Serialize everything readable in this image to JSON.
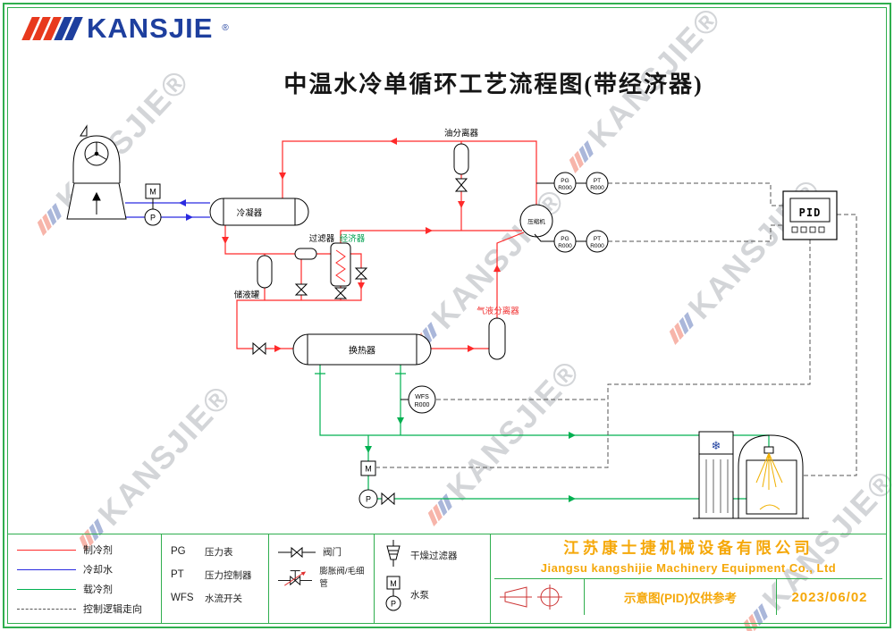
{
  "page": {
    "title": "中温水冷单循环工艺流程图(带经济器)",
    "watermark": "KANSJIE®",
    "border_green": "#2fae4e"
  },
  "logo": {
    "text": "KANSJIE",
    "reg": "®",
    "blue": "#1e3f9e",
    "red": "#e8391d"
  },
  "diagram": {
    "labels": {
      "condenser": "冷凝器",
      "oil_separator": "油分离器",
      "compressor": "压缩机",
      "filter": "过滤器",
      "economizer": "经济器",
      "receiver": "储液罐",
      "heat_exchanger": "换热器",
      "gas_liquid_separator": "气液分离器"
    },
    "instruments": {
      "pg": "PG",
      "pt": "PT",
      "wfs": "WFS",
      "tag": "R000",
      "pid": "PID",
      "motor": "M",
      "pump": "P"
    },
    "icons": {
      "snowflake": "❄"
    },
    "colors": {
      "refrigerant": "#ff2a2a",
      "cooling_water": "#2a2ae0",
      "coolant": "#00b050",
      "control": "#555555",
      "economizer_label": "#00a050",
      "separator_label": "#f03030"
    }
  },
  "legend": {
    "flow_lines": [
      {
        "label": "制冷剂",
        "color": "#ff2a2a",
        "style": "solid"
      },
      {
        "label": "冷却水",
        "color": "#2a2ae0",
        "style": "solid"
      },
      {
        "label": "载冷剂",
        "color": "#00b050",
        "style": "solid"
      },
      {
        "label": "控制逻辑走向",
        "color": "#555555",
        "style": "dashed"
      }
    ],
    "abbreviations": [
      {
        "code": "PG",
        "label": "压力表"
      },
      {
        "code": "PT",
        "label": "压力控制器"
      },
      {
        "code": "WFS",
        "label": "水流开关"
      }
    ],
    "symbols": {
      "valve": "阀门",
      "expansion_valve": "膨胀阀/毛细管",
      "dryer_filter": "干燥过滤器",
      "water_pump": "水泵",
      "motor": "M",
      "pump": "P"
    }
  },
  "company": {
    "name_cn": "江苏康士捷机械设备有限公司",
    "name_en": "Jiangsu kangshijie Machinery Equipment Co., Ltd",
    "note": "示意图(PID)仅供参考",
    "date": "2023/06/02",
    "orange": "#f5a80a"
  }
}
